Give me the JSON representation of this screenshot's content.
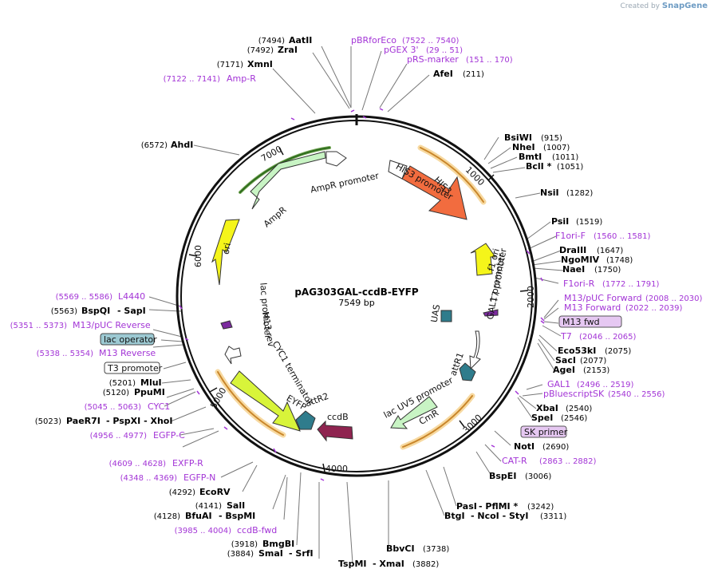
{
  "watermark": {
    "prefix": "Created by",
    "brand": "SnapGene"
  },
  "title": "pAG303GAL-ccdB-EYFP",
  "length_label": "7549 bp",
  "ticks": [
    "1000",
    "2000",
    "3000",
    "4000",
    "5000",
    "6000",
    "7000"
  ],
  "features": [
    {
      "name": "HIS3",
      "color": "#f26c3f"
    },
    {
      "name": "f1 ori",
      "color": "#f5f51a"
    },
    {
      "name": "AmpR",
      "color": "#c8f4c4"
    },
    {
      "name": "ori",
      "color": "#f5f51a"
    },
    {
      "name": "EYFP",
      "color": "#d8f43a"
    },
    {
      "name": "CmR",
      "color": "#c8f4c4"
    },
    {
      "name": "ccdB",
      "color": "#8f2450"
    },
    {
      "name": "attR1",
      "color": "#2f7c8c"
    },
    {
      "name": "attR2",
      "color": "#2f7c8c"
    },
    {
      "name": "UAS",
      "color": "#2f7c8c"
    },
    {
      "name": "AmpR promoter",
      "color": "#ffffff"
    },
    {
      "name": "HIS3 promoter",
      "color": "#ffffff"
    },
    {
      "name": "T7 promoter",
      "color": "#ffffff"
    },
    {
      "name": "GAL1 promoter",
      "color": "#ffffff"
    },
    {
      "name": "lac UV5 promoter",
      "color": "#ffffff"
    },
    {
      "name": "CYC1 terminator",
      "color": "#ffffff"
    },
    {
      "name": "lac promoter",
      "color": "#ffffff"
    },
    {
      "name": "M13 rev",
      "color": "#ffffff"
    }
  ],
  "left_labels": [
    {
      "pos": "(7494)",
      "name": "AatII"
    },
    {
      "pos": "(7492)",
      "name": "ZraI"
    },
    {
      "pos": "(7171)",
      "name": "XmnI"
    },
    {
      "pos": "(6572)",
      "name": "AhdI"
    },
    {
      "pos": "(5563)",
      "name": "BspQI",
      "extra": "- SapI"
    },
    {
      "pos": "(5201)",
      "name": "MluI"
    },
    {
      "pos": "(5120)",
      "name": "PpuMI"
    },
    {
      "pos": "(5023)",
      "name": "PaeR7I",
      "extra": "- PspXI - XhoI"
    },
    {
      "pos": "(4292)",
      "name": "EcoRV"
    },
    {
      "pos": "(4141)",
      "name": "SalI"
    },
    {
      "pos": "(4128)",
      "name": "BfuAI",
      "extra": "- BspMI"
    },
    {
      "pos": "(3918)",
      "name": "BmgBI"
    },
    {
      "pos": "(3884)",
      "name": "SmaI",
      "extra": "- SrfI"
    }
  ],
  "left_primers": [
    {
      "pos": "(7122 .. 7141)",
      "name": "Amp-R"
    },
    {
      "pos": "(5569 .. 5586)",
      "name": "L4440"
    },
    {
      "pos": "(5351 .. 5373)",
      "name": "M13/pUC Reverse"
    },
    {
      "pos": "(5338 .. 5354)",
      "name": "M13 Reverse"
    },
    {
      "pos": "(5045 .. 5063)",
      "name": "CYC1"
    },
    {
      "pos": "(4956 .. 4977)",
      "name": "EGFP-C"
    },
    {
      "pos": "(4609 .. 4628)",
      "name": "EXFP-R"
    },
    {
      "pos": "(4348 .. 4369)",
      "name": "EGFP-N"
    },
    {
      "pos": "(3985 .. 4004)",
      "name": "ccdB-fwd"
    }
  ],
  "left_boxes": [
    "lac operator",
    "T3 promoter"
  ],
  "top_primers": [
    {
      "name": "pBRforEco",
      "pos": "(7522 .. 7540)"
    },
    {
      "name": "pGEX 3'",
      "pos": "(29 .. 51)"
    },
    {
      "name": "pRS-marker",
      "pos": "(151 .. 170)"
    }
  ],
  "right_labels": [
    {
      "name": "AfeI",
      "pos": "(211)"
    },
    {
      "name": "BsiWI",
      "pos": "(915)"
    },
    {
      "name": "NheI",
      "pos": "(1007)"
    },
    {
      "name": "BmtI",
      "pos": "(1011)"
    },
    {
      "name": "BclI *",
      "pos": "(1051)"
    },
    {
      "name": "NsiI",
      "pos": "(1282)"
    },
    {
      "name": "PsiI",
      "pos": "(1519)"
    },
    {
      "name": "DraIII",
      "pos": "(1647)"
    },
    {
      "name": "NgoMIV",
      "pos": "(1748)"
    },
    {
      "name": "NaeI",
      "pos": "(1750)"
    },
    {
      "name": "Eco53kI",
      "pos": "(2075)"
    },
    {
      "name": "SacI",
      "pos": "(2077)"
    },
    {
      "name": "AgeI",
      "pos": "(2153)"
    },
    {
      "name": "XbaI",
      "pos": "(2540)"
    },
    {
      "name": "SpeI",
      "pos": "(2546)"
    },
    {
      "name": "NotI",
      "pos": "(2690)"
    },
    {
      "name": "BspEI",
      "pos": "(3006)"
    },
    {
      "name": "PasI",
      "extra": "- PflMI *",
      "pos": "(3242)"
    },
    {
      "name": "BtgI",
      "extra": "- NcoI - StyI",
      "pos": "(3311)"
    },
    {
      "name": "BbvCI",
      "pos": "(3738)"
    },
    {
      "name": "TspMI",
      "extra": "- XmaI",
      "pos": "(3882)"
    }
  ],
  "right_primers": [
    {
      "name": "F1ori-F",
      "pos": "(1560 .. 1581)"
    },
    {
      "name": "F1ori-R",
      "pos": "(1772 .. 1791)"
    },
    {
      "name": "M13/pUC Forward",
      "pos": "(2008 .. 2030)"
    },
    {
      "name": "M13 Forward",
      "pos": "(2022 .. 2039)"
    },
    {
      "name": "T7",
      "pos": "(2046 .. 2065)"
    },
    {
      "name": "GAL1",
      "pos": "(2496 .. 2519)"
    },
    {
      "name": "pBluescriptSK",
      "pos": "(2540 .. 2556)"
    },
    {
      "name": "CAT-R",
      "pos": "(2863 .. 2882)"
    }
  ],
  "right_boxes": [
    "M13 fwd",
    "SK primer"
  ]
}
